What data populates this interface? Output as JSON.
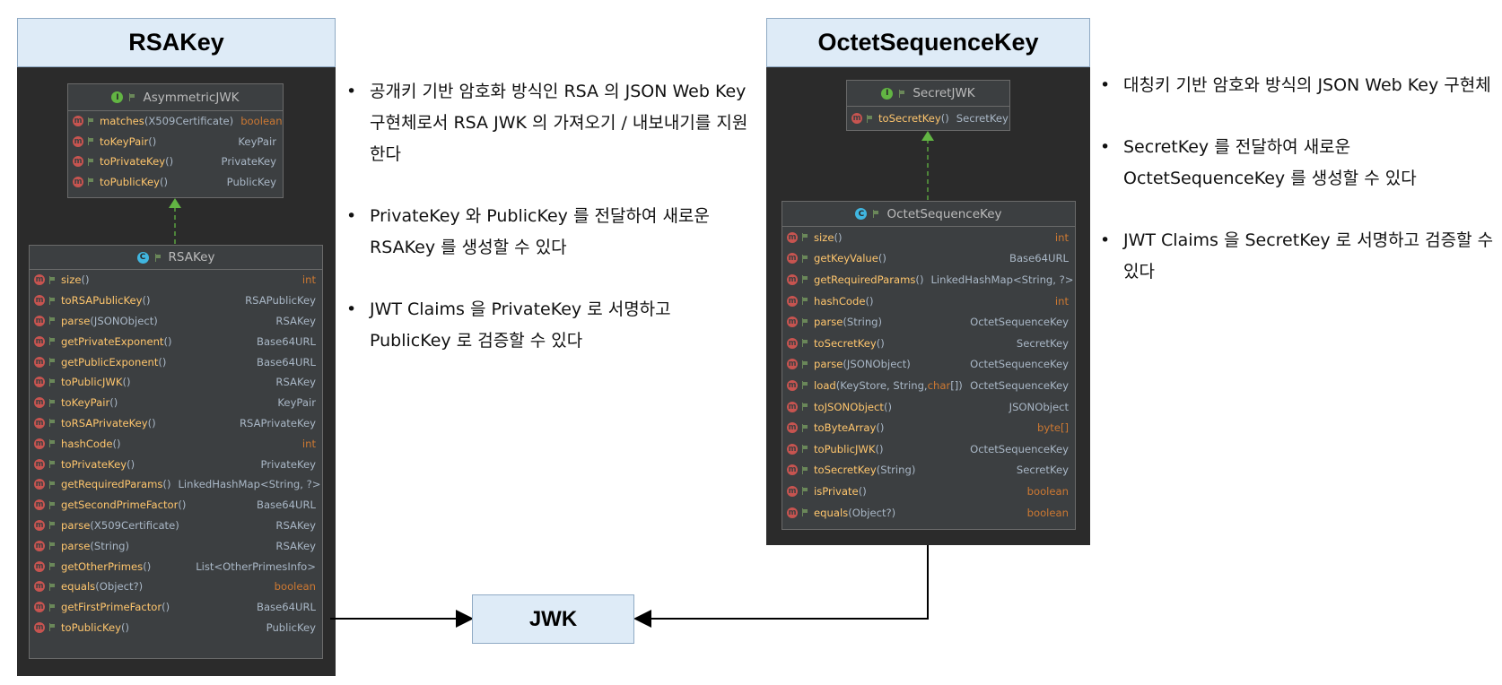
{
  "rsa_panel": {
    "title": "RSAKey",
    "interface": {
      "name": "AsymmetricJWK",
      "icon": "I",
      "methods": [
        {
          "name": "matches",
          "params": "(X509Certificate)",
          "ret": "boolean",
          "kw": true
        },
        {
          "name": "toKeyPair",
          "params": "()",
          "ret": "KeyPair",
          "kw": false
        },
        {
          "name": "toPrivateKey",
          "params": "()",
          "ret": "PrivateKey",
          "kw": false
        },
        {
          "name": "toPublicKey",
          "params": "()",
          "ret": "PublicKey",
          "kw": false
        }
      ]
    },
    "class": {
      "name": "RSAKey",
      "icon": "C",
      "methods": [
        {
          "name": "size",
          "params": "()",
          "ret": "int",
          "kw": true
        },
        {
          "name": "toRSAPublicKey",
          "params": "()",
          "ret": "RSAPublicKey",
          "kw": false
        },
        {
          "name": "parse",
          "params": "(JSONObject)",
          "ret": "RSAKey",
          "kw": false
        },
        {
          "name": "getPrivateExponent",
          "params": " ()",
          "ret": "Base64URL",
          "kw": false
        },
        {
          "name": "getPublicExponent",
          "params": " ()",
          "ret": "Base64URL",
          "kw": false
        },
        {
          "name": "toPublicJWK",
          "params": "()",
          "ret": "RSAKey",
          "kw": false
        },
        {
          "name": "toKeyPair",
          "params": "()",
          "ret": "KeyPair",
          "kw": false
        },
        {
          "name": "toRSAPrivateKey",
          "params": "()",
          "ret": "RSAPrivateKey",
          "kw": false
        },
        {
          "name": "hashCode",
          "params": "()",
          "ret": "int",
          "kw": true
        },
        {
          "name": "toPrivateKey",
          "params": "()",
          "ret": "PrivateKey",
          "kw": false
        },
        {
          "name": "getRequiredParams",
          "params": " ()",
          "ret": "LinkedHashMap<String, ?>",
          "kw": false
        },
        {
          "name": "getSecondPrimeFactor",
          "params": "()",
          "ret": "Base64URL",
          "kw": false
        },
        {
          "name": "parse",
          "params": "(X509Certificate)",
          "ret": "RSAKey",
          "kw": false
        },
        {
          "name": "parse",
          "params": "(String)",
          "ret": "RSAKey",
          "kw": false
        },
        {
          "name": "getOtherPrimes",
          "params": " ()",
          "ret": "List<OtherPrimesInfo>",
          "kw": false
        },
        {
          "name": "equals",
          "params": "(Object?)",
          "ret": "boolean",
          "kw": true
        },
        {
          "name": "getFirstPrimeFactor",
          "params": "()",
          "ret": "Base64URL",
          "kw": false
        },
        {
          "name": "toPublicKey",
          "params": "()",
          "ret": "PublicKey",
          "kw": false
        }
      ]
    }
  },
  "rsa_bullets": [
    "공개키 기반 암호화 방식인 RSA 의 JSON Web Key 구현체로서 RSA JWK 의 가져오기 / 내보내기를 지원한다",
    "PrivateKey 와 PublicKey 를 전달하여 새로운 RSAKey 를 생성할 수 있다",
    "JWT Claims 을 PrivateKey 로 서명하고 PublicKey 로 검증할 수 있다"
  ],
  "octet_panel": {
    "title": "OctetSequenceKey",
    "interface": {
      "name": "SecretJWK",
      "icon": "I",
      "methods": [
        {
          "name": "toSecretKey",
          "params": "()",
          "ret": "SecretKey",
          "kw": false
        }
      ]
    },
    "class": {
      "name": "OctetSequenceKey",
      "icon": "C",
      "methods": [
        {
          "name": "size",
          "params": "()",
          "ret": "int",
          "kw": true
        },
        {
          "name": "getKeyValue",
          "params": " ()",
          "ret": "Base64URL",
          "kw": false
        },
        {
          "name": "getRequiredParams",
          "params": " ()",
          "ret": "LinkedHashMap<String, ?>",
          "kw": false
        },
        {
          "name": "hashCode",
          "params": "()",
          "ret": "int",
          "kw": true
        },
        {
          "name": "parse",
          "params": "(String)",
          "ret": "OctetSequenceKey",
          "kw": false
        },
        {
          "name": "toSecretKey",
          "params": "()",
          "ret": "SecretKey",
          "kw": false
        },
        {
          "name": "parse",
          "params": "(JSONObject)",
          "ret": "OctetSequenceKey",
          "kw": false
        },
        {
          "name": "load",
          "params": "(KeyStore, String, ",
          "params_kw": "char",
          "params_end": "[])",
          "ret": "OctetSequenceKey",
          "kw": false
        },
        {
          "name": "toJSONObject",
          "params": "()",
          "ret": "JSONObject",
          "kw": false
        },
        {
          "name": "toByteArray",
          "params": "()",
          "ret": "byte[]",
          "kw": true
        },
        {
          "name": "toPublicJWK",
          "params": "()",
          "ret": "OctetSequenceKey",
          "kw": false
        },
        {
          "name": "toSecretKey",
          "params": "(String)",
          "ret": "SecretKey",
          "kw": false
        },
        {
          "name": "isPrivate",
          "params": "()",
          "ret": "boolean",
          "kw": true
        },
        {
          "name": "equals",
          "params": "(Object?)",
          "ret": "boolean",
          "kw": true
        }
      ]
    }
  },
  "octet_bullets": [
    "대칭키 기반 암호와 방식의 JSON Web Key 구현체",
    "SecretKey 를 전달하여 새로운 OctetSequenceKey 를 생성할 수 있다",
    "JWT Claims 을 SecretKey 로 서명하고 검증할 수 있다"
  ],
  "jwk": {
    "label": "JWK"
  },
  "colors": {
    "header_bg": "#deebf7",
    "panel_bg": "#2b2b2b",
    "uml_bg": "#3c3f41",
    "method_name": "#ffc66d",
    "keyword": "#cc7832"
  },
  "icons": {
    "method": "m",
    "bullet": "•"
  }
}
